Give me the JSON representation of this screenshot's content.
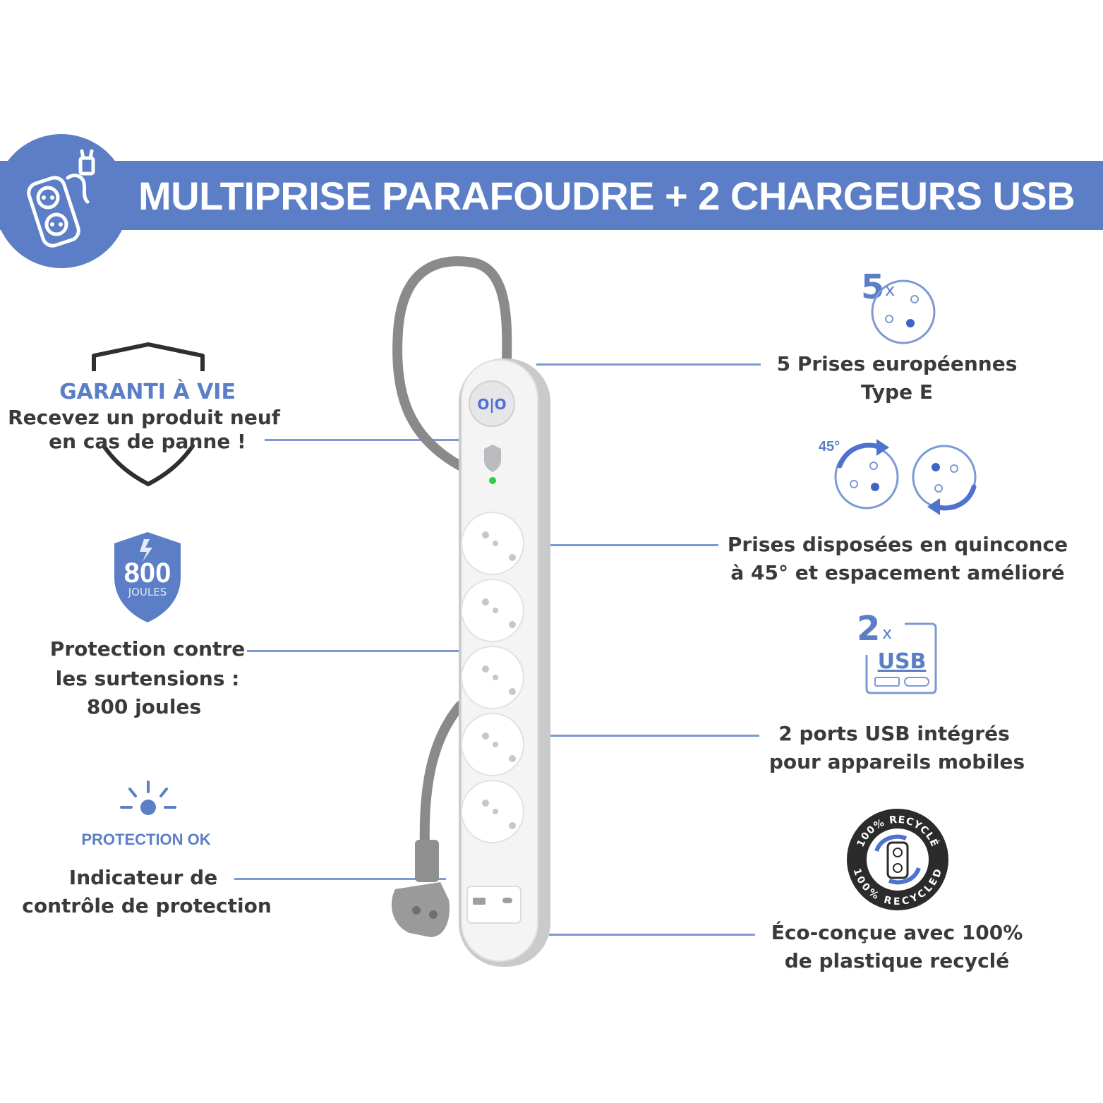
{
  "banner": {
    "title": "MULTIPRISE PARAFOUDRE + 2 CHARGEURS USB",
    "icon": "power-strip-icon"
  },
  "features_left": {
    "warranty": {
      "badge_title": "GARANTI À VIE",
      "line1": "Recevez un produit neuf",
      "line2": "en cas de panne !",
      "icon": "shield-outline-icon"
    },
    "surge": {
      "badge_number": "800",
      "badge_unit": "JOULES",
      "line1": "Protection contre",
      "line2": "les surtensions :",
      "line3": "800 joules",
      "icon": "shield-lightning-icon"
    },
    "indicator": {
      "label": "PROTECTION OK",
      "line1": "Indicateur de",
      "line2": "contrôle de protection",
      "icon": "light-indicator-icon"
    }
  },
  "features_right": {
    "outlets": {
      "count": "5",
      "times": "x",
      "line1": "5 Prises européennes",
      "line2": "Type E",
      "icon": "outlet-icon"
    },
    "rotation": {
      "angle": "45°",
      "line1": "Prises disposées en quinconce",
      "line2": "à 45° et espacement amélioré",
      "icon": "rotated-outlet-icon"
    },
    "usb": {
      "count": "2",
      "times": "x",
      "usb_label": "USB",
      "line1": "2 ports USB  intégrés",
      "line2": "pour appareils mobiles",
      "icon": "usb-ports-icon"
    },
    "eco": {
      "seal_top": "100% RECYCLÉ",
      "seal_bottom": "100% RECYCLED",
      "line1": "Éco-conçue avec 100%",
      "line2": "de plastique recyclé",
      "icon": "recycle-seal-icon"
    }
  },
  "colors": {
    "brand_blue": "#5b7ec6",
    "text": "#3a3a3a",
    "led": "#2ecc40"
  }
}
